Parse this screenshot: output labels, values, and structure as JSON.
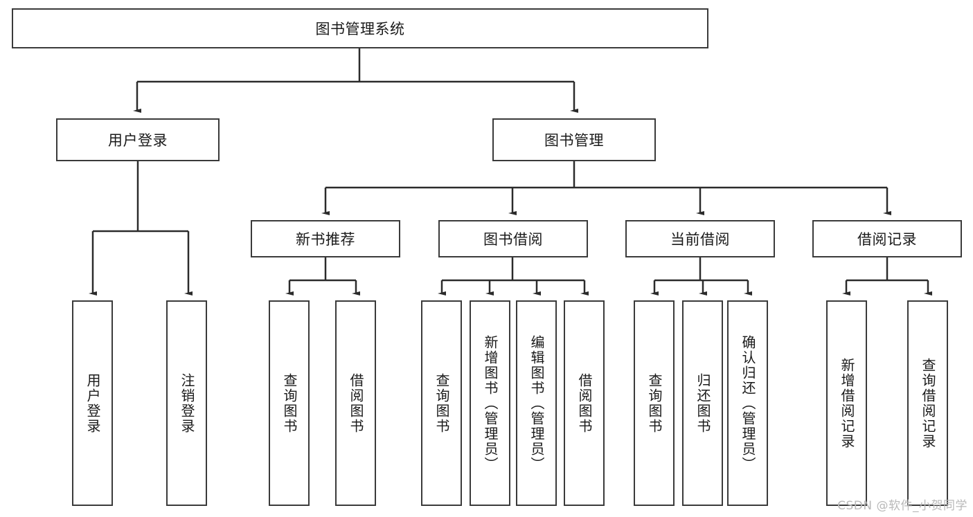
{
  "diagram": {
    "title": "图书管理系统",
    "type": "tree",
    "watermark": "CSDN @软件_小贺同学",
    "colors": {
      "box_border": "#3a3a3a",
      "box_fill": "#ffffff",
      "connector": "#2b2b2b",
      "text": "#1a1a1a",
      "watermark": "#b9b9b9",
      "background": "#ffffff"
    },
    "root": {
      "label": "图书管理系统",
      "orientation": "horizontal"
    },
    "level2": [
      {
        "label": "用户登录",
        "orientation": "horizontal"
      },
      {
        "label": "图书管理",
        "orientation": "horizontal"
      }
    ],
    "level3": [
      {
        "label": "新书推荐",
        "orientation": "horizontal"
      },
      {
        "label": "图书借阅",
        "orientation": "horizontal"
      },
      {
        "label": "当前借阅",
        "orientation": "horizontal"
      },
      {
        "label": "借阅记录",
        "orientation": "horizontal"
      }
    ],
    "leaves": {
      "user_login": [
        {
          "label": "用户登录",
          "orientation": "vertical"
        },
        {
          "label": "注销登录",
          "orientation": "vertical"
        }
      ],
      "new_book_recommend": [
        {
          "label": "查询图书",
          "orientation": "vertical"
        },
        {
          "label": "借阅图书",
          "orientation": "vertical"
        }
      ],
      "book_borrow": [
        {
          "label": "查询图书",
          "orientation": "vertical"
        },
        {
          "label": "新增图书（管理员）",
          "orientation": "vertical"
        },
        {
          "label": "编辑图书（管理员）",
          "orientation": "vertical"
        },
        {
          "label": "借阅图书",
          "orientation": "vertical"
        }
      ],
      "current_borrow": [
        {
          "label": "查询图书",
          "orientation": "vertical"
        },
        {
          "label": "归还图书",
          "orientation": "vertical"
        },
        {
          "label": "确认归还（管理员）",
          "orientation": "vertical"
        }
      ],
      "borrow_record": [
        {
          "label": "新增借阅记录",
          "orientation": "vertical"
        },
        {
          "label": "查询借阅记录",
          "orientation": "vertical"
        }
      ]
    }
  }
}
